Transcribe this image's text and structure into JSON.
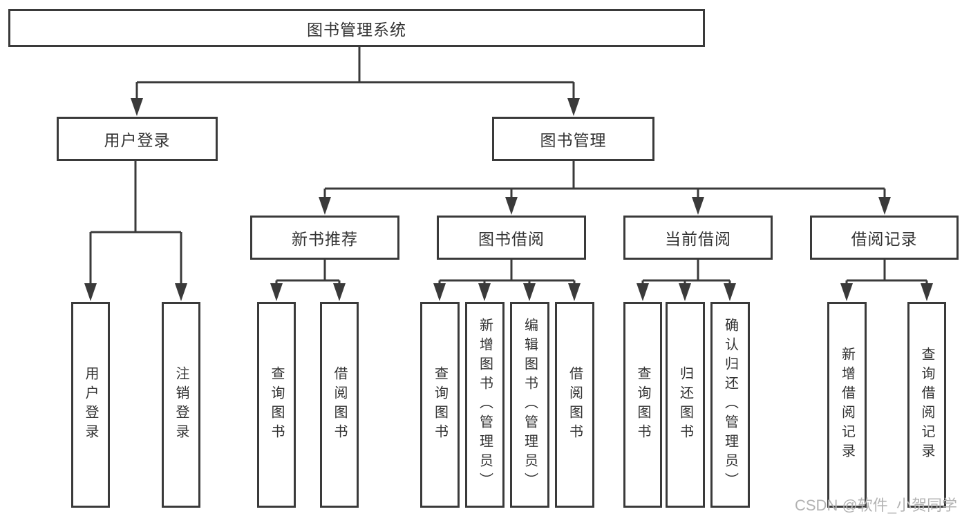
{
  "diagram": {
    "type": "hierarchy-tree",
    "title": "图书管理系统",
    "children": [
      {
        "label": "用户登录",
        "children": [
          {
            "label": "用户登录"
          },
          {
            "label": "注销登录"
          }
        ]
      },
      {
        "label": "图书管理",
        "children": [
          {
            "label": "新书推荐",
            "children": [
              {
                "label": "查询图书"
              },
              {
                "label": "借阅图书"
              }
            ]
          },
          {
            "label": "图书借阅",
            "children": [
              {
                "label": "查询图书"
              },
              {
                "label": "新增图书（管理员）"
              },
              {
                "label": "编辑图书（管理员）"
              },
              {
                "label": "借阅图书"
              }
            ]
          },
          {
            "label": "当前借阅",
            "children": [
              {
                "label": "查询图书"
              },
              {
                "label": "归还图书"
              },
              {
                "label": "确认归还（管理员）"
              }
            ]
          },
          {
            "label": "借阅记录",
            "children": [
              {
                "label": "新增借阅记录"
              },
              {
                "label": "查询借阅记录"
              }
            ]
          }
        ]
      }
    ]
  },
  "watermark": {
    "text": "CSDN @软件_小贺同学"
  },
  "colors": {
    "line": "#3a3a3a",
    "box_border": "#3a3a3a",
    "text": "#333333",
    "watermark": "#b3b3b3",
    "background": "#ffffff"
  }
}
